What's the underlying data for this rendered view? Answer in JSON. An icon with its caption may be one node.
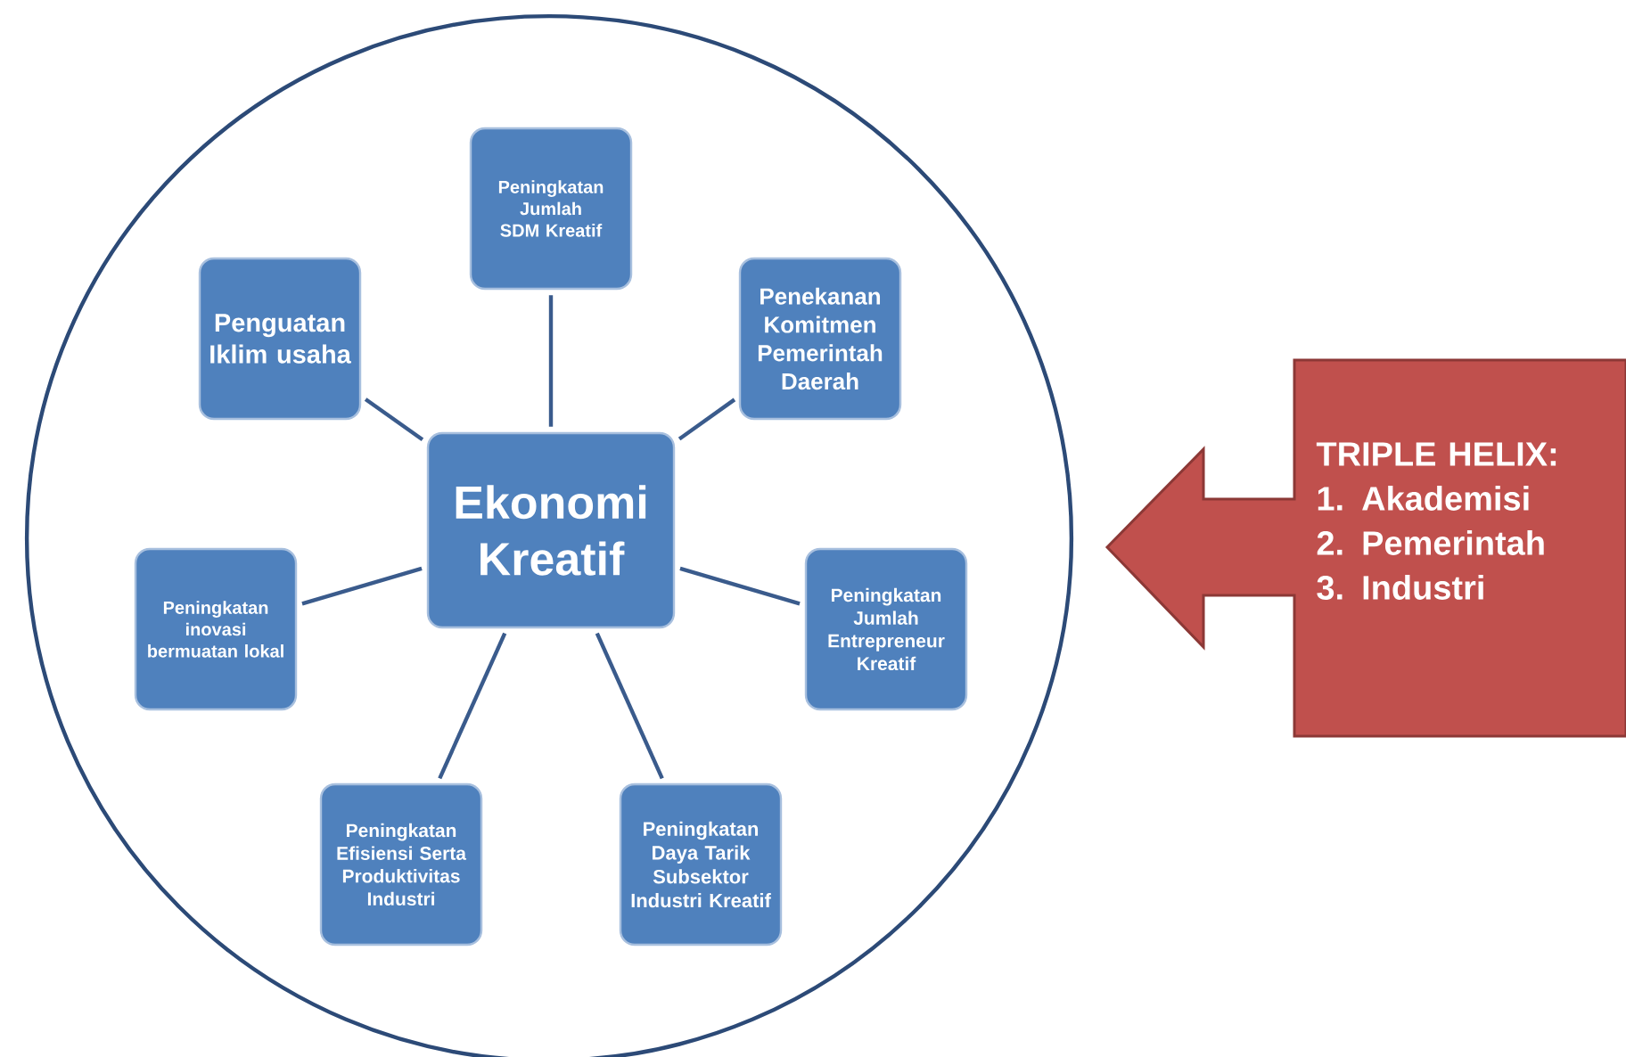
{
  "diagram": {
    "nodes": [
      {
        "text": [],
        "shape": "circle"
      },
      {
        "text": [
          "Peningkatan Jumlah SDM Kreatif"
        ],
        "in": 0
      },
      {
        "text": [
          "Penguatan Iklim usaha"
        ],
        "in": 0
      },
      {
        "text": [
          "Penekanan Komitmen Pemerintah Daerah"
        ],
        "in": 0
      },
      {
        "text": [
          "Ekonomi Kreatif"
        ],
        "in": 0
      },
      {
        "text": [
          "Peningkatan inovasi bermuatan lokal"
        ],
        "in": 0
      },
      {
        "text": [
          "Peningkatan Jumlah Entrepreneur Kreatif"
        ],
        "in": 0
      },
      {
        "text": [
          "Peningkatan Efisiensi Serta Produktivitas Industri"
        ],
        "in": 0
      },
      {
        "text": [
          "Peningkatan Daya Tarik Subsektor Industri Kreatif"
        ],
        "in": 0
      },
      {
        "text": [
          "TRIPLE HELIX:",
          "1.   Akademisi",
          "2.   Pemerintah",
          "3.   Industri"
        ]
      }
    ],
    "edges": [
      {
        "from": 4,
        "to": 1,
        "arrow": "none"
      },
      {
        "from": 4,
        "to": 2,
        "arrow": "none"
      },
      {
        "from": 4,
        "to": 3,
        "arrow": "none"
      },
      {
        "from": 4,
        "to": 5,
        "arrow": "none"
      },
      {
        "from": 4,
        "to": 6,
        "arrow": "none"
      },
      {
        "from": 4,
        "to": 7,
        "arrow": "none"
      },
      {
        "from": 4,
        "to": 8,
        "arrow": "none"
      }
    ]
  }
}
